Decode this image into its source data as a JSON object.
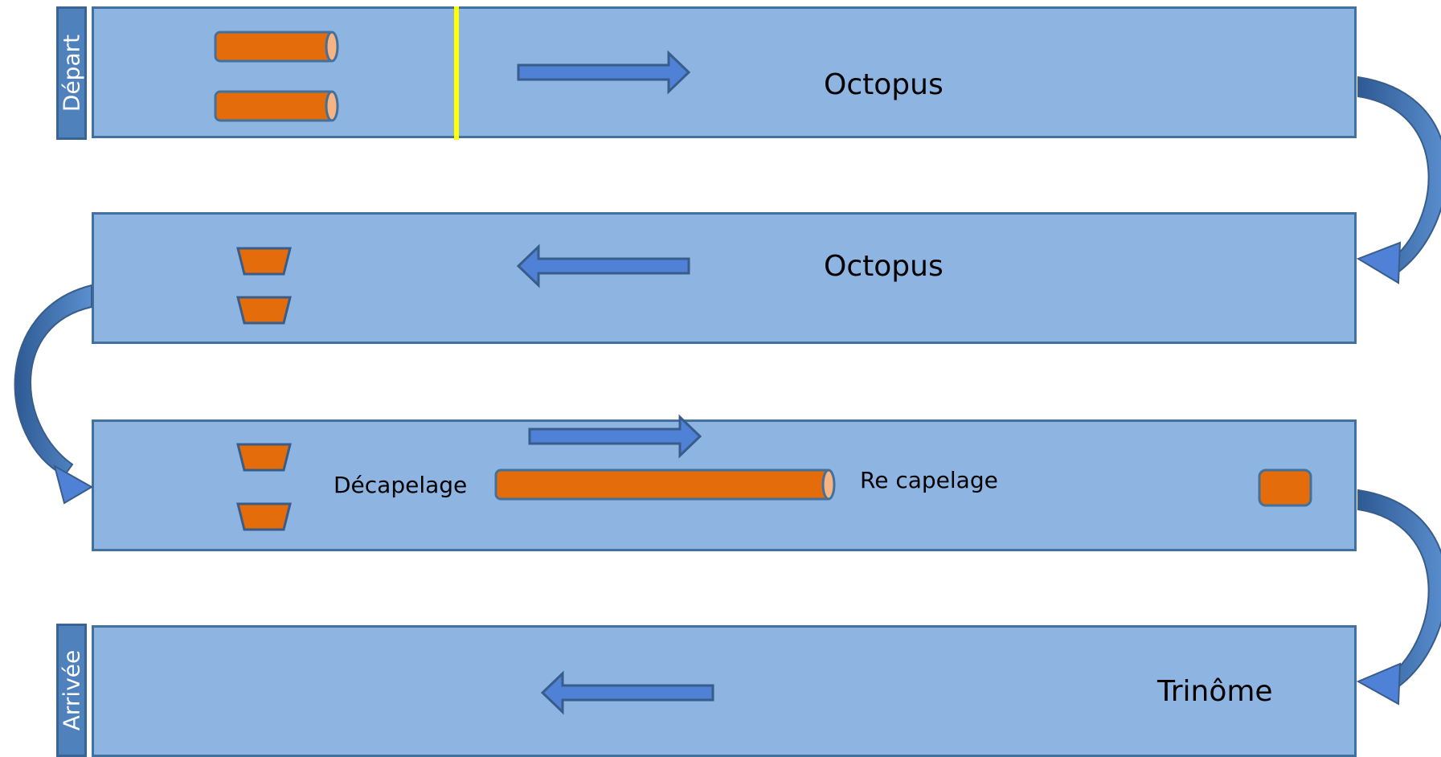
{
  "colors": {
    "lane_fill": "#8eb4e2",
    "lane_border": "#41719c",
    "side_tab": "#4f81bd",
    "arrow": "#4a7fc4",
    "cable": "#e46c0a",
    "separator": "#ffff00"
  },
  "start_tab": "Départ",
  "end_tab": "Arrivée",
  "lanes": [
    {
      "label": "Octopus",
      "arrow_direction": "right"
    },
    {
      "label": "Octopus",
      "arrow_direction": "left"
    },
    {
      "label_left": "Décapelage",
      "label_right": "Re capelage",
      "arrow_direction": "right"
    },
    {
      "label": "Trinôme",
      "arrow_direction": "left"
    }
  ]
}
